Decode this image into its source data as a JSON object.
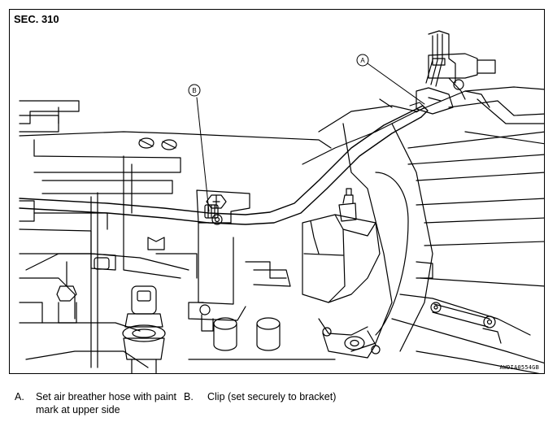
{
  "diagram": {
    "section": "SEC. 310",
    "image_code": "AWDIA0554GB",
    "callouts": {
      "a": "A",
      "b": "B"
    }
  },
  "legend": [
    {
      "key": "A.",
      "text": "Set air breather hose with paint mark at upper side"
    },
    {
      "key": "B.",
      "text": "Clip (set securely to bracket)"
    }
  ]
}
